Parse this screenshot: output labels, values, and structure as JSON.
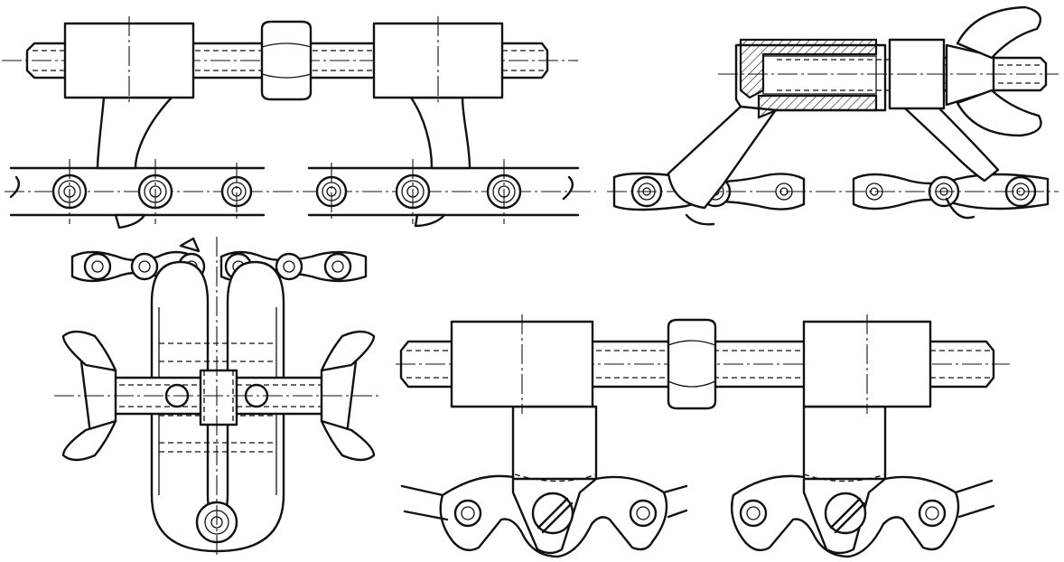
{
  "figure": {
    "background": "#ffffff",
    "line_color": "#111111",
    "views": [
      {
        "id": "tensioner-front-view"
      },
      {
        "id": "tensioner-section-view"
      },
      {
        "id": "clamp-top-view"
      },
      {
        "id": "tensioner-front-view-enlarged"
      }
    ]
  }
}
